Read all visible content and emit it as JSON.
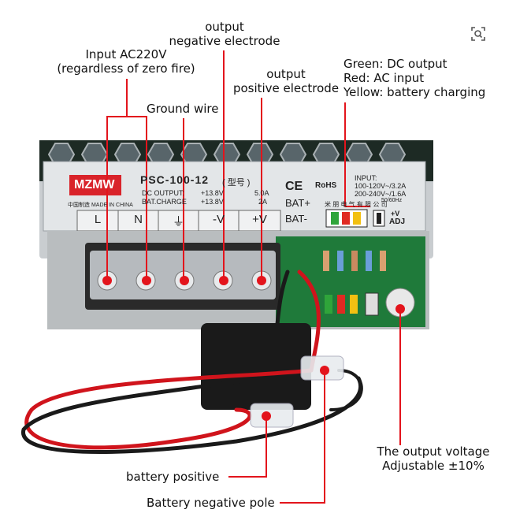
{
  "callouts": {
    "input_ac": [
      "Input AC220V",
      "(regardless of zero fire)"
    ],
    "output_negative": [
      "output",
      "negative electrode"
    ],
    "output_positive": [
      "output",
      "positive electrode"
    ],
    "ground_wire": "Ground wire",
    "led_legend": [
      "Green: DC output",
      "Red: AC input",
      "Yellow: battery charging"
    ],
    "output_voltage": [
      "The output voltage",
      "Adjustable ±10%"
    ],
    "battery_positive": "battery positive",
    "battery_negative": "Battery negative pole"
  },
  "device": {
    "brand": "MZMW",
    "model": "PSC-100-12",
    "model_suffix": "( 型号 )",
    "dc_output_label": "DC OUTPUT:",
    "dc_output_voltage": "+13.8V",
    "dc_output_current": "5.0A",
    "bat_charge_label": "BAT.CHARGE",
    "bat_charge_voltage": "+13.8V",
    "bat_charge_current": "2A",
    "made_in": "中国制造 MADE IN CHINA",
    "ce": "CE",
    "rohs": "RoHS",
    "input_title": "INPUT:",
    "input_line1": "100-120V~/3.2A",
    "input_line2": "200-240V~/1.6A",
    "input_line3": "50/60Hz",
    "bat_plus": "BAT+",
    "bat_minus": "BAT-",
    "company": "米 朋 电 气 有 限 公 司",
    "adj_top": "+V",
    "adj_bottom": "ADJ",
    "terminals": [
      "L",
      "N",
      "⏚",
      "-V",
      "+V"
    ]
  },
  "colors": {
    "callout_red": "#e3141c",
    "led_green": "#2fa43a",
    "led_red": "#e02a22",
    "led_yellow": "#f2c012",
    "pcb_green": "#1f7a3a",
    "brand_red": "#d9232a"
  },
  "icons": {
    "zoom": "image-search-icon"
  }
}
